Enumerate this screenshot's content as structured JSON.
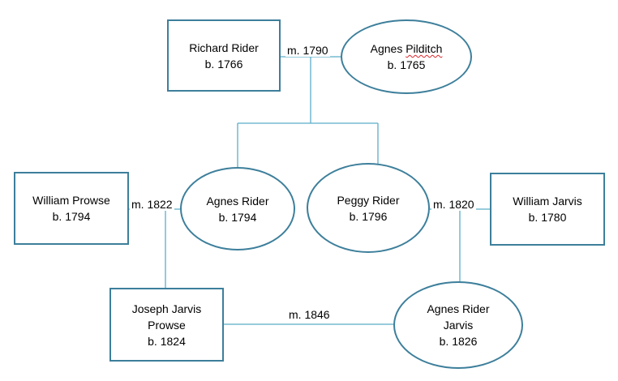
{
  "colors": {
    "border": "#3d7f9b",
    "connector": "#5aaec8",
    "spellcheck": "#d9252a"
  },
  "people": {
    "richard_rider": {
      "name": "Richard Rider",
      "born": "b. 1766"
    },
    "agnes_pilditch": {
      "name_prefix": "Agnes ",
      "name_surname": "Pilditch",
      "born": "b. 1765"
    },
    "william_prowse": {
      "name": "William Prowse",
      "born": "b. 1794"
    },
    "agnes_rider": {
      "name": "Agnes Rider",
      "born": "b. 1794"
    },
    "peggy_rider": {
      "name": "Peggy Rider",
      "born": "b. 1796"
    },
    "william_jarvis": {
      "name": "William Jarvis",
      "born": "b. 1780"
    },
    "joseph_jarvis_prowse": {
      "name_line1": "Joseph Jarvis",
      "name_line2": "Prowse",
      "born": "b. 1824"
    },
    "agnes_rider_jarvis": {
      "name_line1": "Agnes Rider",
      "name_line2": "Jarvis",
      "born": "b. 1826"
    }
  },
  "marriages": {
    "richard_agnes": "m.  1790",
    "william_agnes": "m.  1822",
    "peggy_william": "m.  1820",
    "joseph_agnes": "m.  1846"
  }
}
